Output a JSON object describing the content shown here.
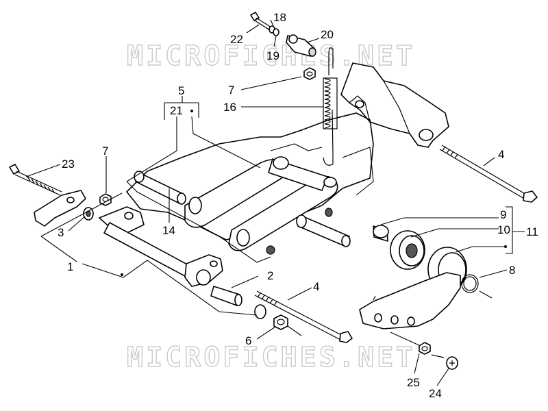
{
  "watermark": "MICROFICHES.NET",
  "callouts": {
    "c1": "1",
    "c2": "2",
    "c3": "3",
    "c4a": "4",
    "c4b": "4",
    "c5": "5",
    "c6": "6",
    "c7a": "7",
    "c7b": "7",
    "c8": "8",
    "c9": "9",
    "c10": "10",
    "c11": "11",
    "c14": "14",
    "c16": "16",
    "c18": "18",
    "c19": "19",
    "c20": "20",
    "c21": "21",
    "c22": "22",
    "c23": "23",
    "c24": "24",
    "c25": "25"
  }
}
